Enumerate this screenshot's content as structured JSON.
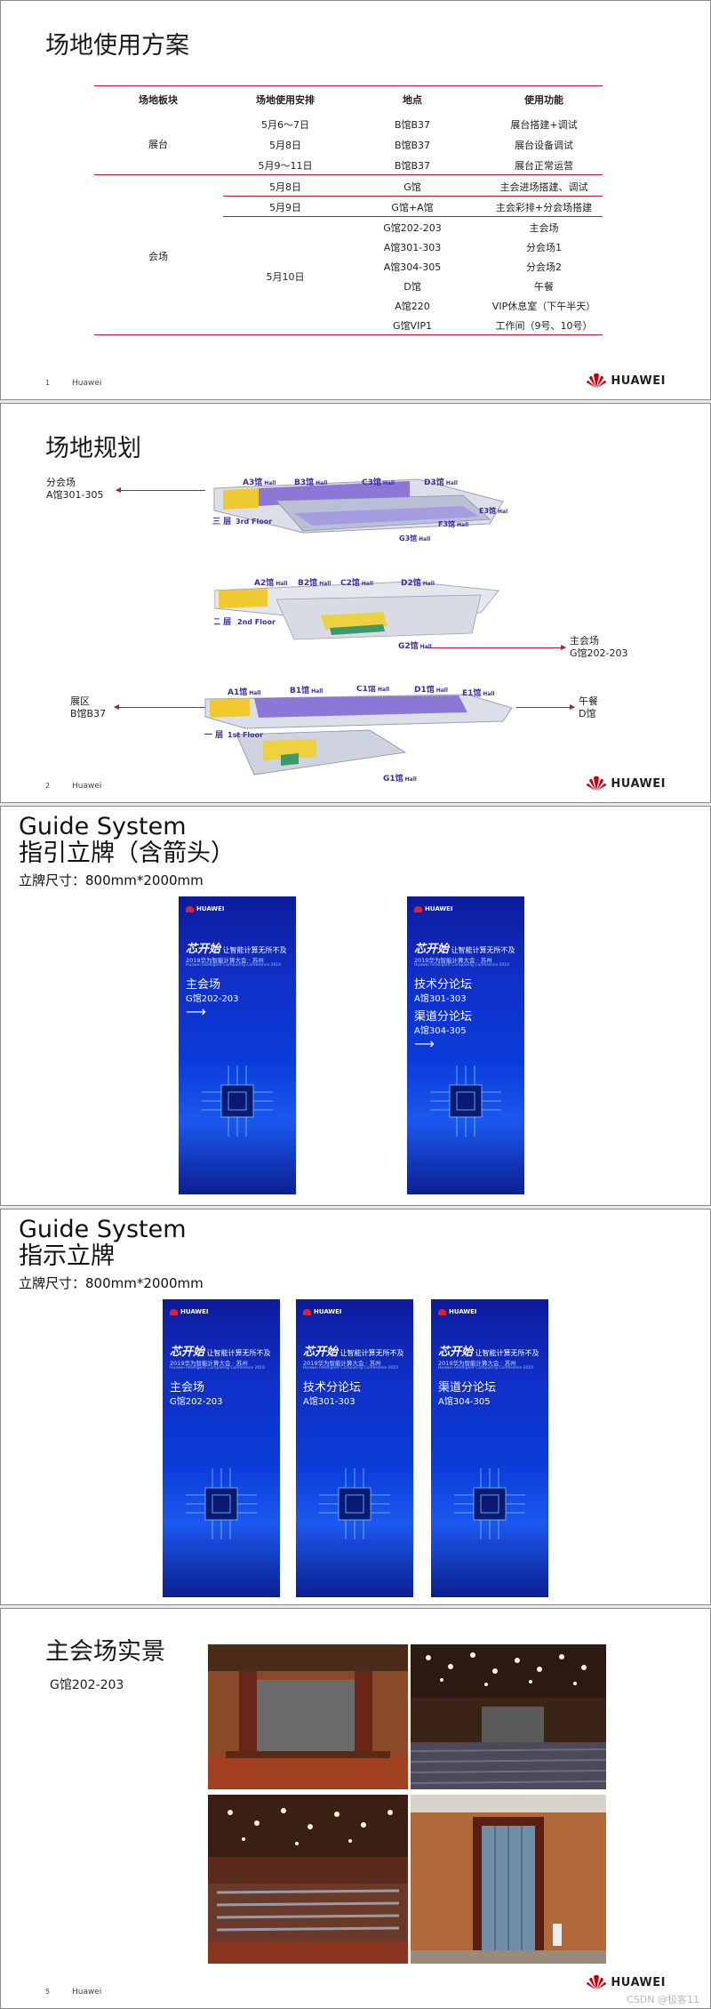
{
  "brand": {
    "name": "HUAWEI",
    "footer_text": "Huawei",
    "red": "#c0182f"
  },
  "slide1": {
    "title": "场地使用方案",
    "slide_number": "1",
    "headers": [
      "场地板块",
      "场地使用安排",
      "地点",
      "使用功能"
    ],
    "sections": [
      {
        "name": "展台",
        "rows": [
          {
            "date": "5月6～7日",
            "place": "B馆B37",
            "func": "展台搭建+调试"
          },
          {
            "date": "5月8日",
            "place": "B馆B37",
            "func": "展台设备调试"
          },
          {
            "date": "5月9～11日",
            "place": "B馆B37",
            "func": "展台正常运营"
          }
        ]
      },
      {
        "name": "会场",
        "rows": [
          {
            "date": "5月8日",
            "place": "G馆",
            "func": "主会进场搭建、调试"
          },
          {
            "date": "5月9日",
            "place": "G馆+A馆",
            "func": "主会彩排+分会场搭建"
          },
          {
            "date": "",
            "place": "G馆202-203",
            "func": "主会场"
          },
          {
            "date": "",
            "place": "A馆301-303",
            "func": "分会场1"
          },
          {
            "date": "5月10日",
            "place": "A馆304-305",
            "func": "分会场2"
          },
          {
            "date": "",
            "place": "D馆",
            "func": "午餐"
          },
          {
            "date": "",
            "place": "A馆220",
            "func": "VIP休息室（下午半天）"
          },
          {
            "date": "",
            "place": "G馆VIP1",
            "func": "工作间（9号、10号）"
          }
        ]
      }
    ]
  },
  "slide2": {
    "title": "场地规划",
    "slide_number": "2",
    "annotations": {
      "sub_venue_label": "分会场",
      "sub_venue_loc": "A馆301-305",
      "main_venue_label": "主会场",
      "main_venue_loc": "G馆202-203",
      "booth_label": "展区",
      "booth_loc": "B馆B37",
      "lunch_label": "午餐",
      "lunch_loc": "D馆"
    },
    "floors": {
      "f3": {
        "name": "三 层",
        "en": "3rd Floor",
        "halls": [
          "A3馆",
          "B3馆",
          "C3馆",
          "D3馆",
          "E3馆",
          "F3馆",
          "G3馆"
        ],
        "hall_suffix": "Hall"
      },
      "f2": {
        "name": "二 层",
        "en": "2nd Floor",
        "halls": [
          "A2馆",
          "B2馆",
          "C2馆",
          "D2馆",
          "G2馆"
        ],
        "hall_suffix": "Hall"
      },
      "f1": {
        "name": "一 层",
        "en": "1st Floor",
        "halls": [
          "A1馆",
          "B1馆",
          "C1馆",
          "D1馆",
          "E1馆",
          "G1馆"
        ],
        "hall_suffix": "Hall"
      }
    }
  },
  "slide3": {
    "title_line1": "Guide System",
    "title_line2": "指引立牌（含箭头）",
    "size": "立牌尺寸：800mm*2000mm",
    "banners": [
      {
        "labels": [
          {
            "name": "主会场",
            "loc": "G馆202-203"
          }
        ],
        "arrow": "⟶"
      },
      {
        "labels": [
          {
            "name": "技术分论坛",
            "loc": "A馆301-303"
          },
          {
            "name": "渠道分论坛",
            "loc": "A馆304-305"
          }
        ],
        "arrow": "⟶"
      }
    ]
  },
  "slide4": {
    "title_line1": "Guide System",
    "title_line2": "指示立牌",
    "size": "立牌尺寸：800mm*2000mm",
    "banners": [
      {
        "name": "主会场",
        "loc": "G馆202-203"
      },
      {
        "name": "技术分论坛",
        "loc": "A馆301-303"
      },
      {
        "name": "渠道分论坛",
        "loc": "A馆304-305"
      }
    ]
  },
  "banner_common": {
    "logo": "HUAWEI",
    "slogan_big": "芯开始",
    "slogan_rest": "让智能计算无所不及",
    "sub": "2019华为智能计算大会 · 苏州",
    "sub2": "Huawei Intelligent Computing Conference 2019"
  },
  "slide5": {
    "title": "主会场实景",
    "location": "G馆202-203",
    "slide_number": "5",
    "watermark": "CSDN @极客11"
  }
}
